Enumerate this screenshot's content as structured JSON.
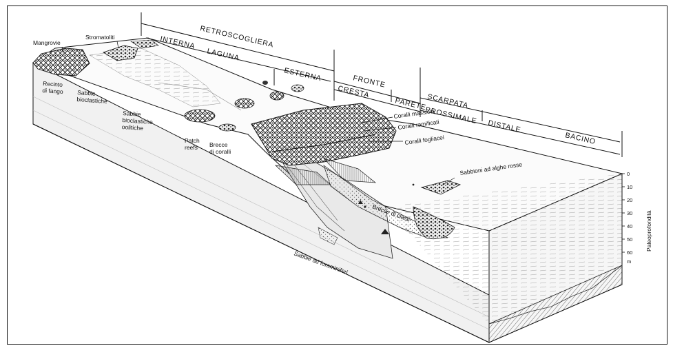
{
  "zones": {
    "retroscogliera": "RETROSCOGLIERA",
    "interna": "INTERNA",
    "laguna": "LAGUNA",
    "esterna": "ESTERNA",
    "fronte": "FRONTE",
    "cresta": "CRESTA",
    "parete": "PARETE",
    "scarpata": "SCARPATA",
    "prossimale": "PROSSIMALE",
    "distale": "DISTALE",
    "bacino": "BACINO"
  },
  "features": {
    "mangrovie": "Mangrovie",
    "stromatoliti": "Stromatoliti",
    "recinto_line1": "Recinto",
    "recinto_line2": "di fango",
    "sabbie_bioc_line1": "Sabbie",
    "sabbie_bioc_line2": "bioclastiche",
    "sabbie_ooid_line1": "Sabbie",
    "sabbie_ooid_line2": "bioclastiche",
    "sabbie_ooid_line3": "oolitiche",
    "patch_line1": "Patch",
    "patch_line2": "reefs",
    "brecce_coralli_line1": "Brecce",
    "brecce_coralli_line2": "di coralli",
    "coralli_massicci": "Coralli massicci",
    "coralli_ramificati": "Coralli ramificati",
    "coralli_fogliacei": "Coralli fogliacei",
    "sabbie_alghe_rosse": "Sabbioni ad alghe rosse",
    "brecce_clasti": "Brecce di clasti",
    "sabbie_foraminiferi": "Sabbie ad foraminiferi"
  },
  "depth_scale": {
    "ticks": [
      "0",
      "10",
      "20",
      "30",
      "40",
      "50",
      "60"
    ],
    "unit": "m",
    "axis_label": "Paleoprofondità"
  }
}
